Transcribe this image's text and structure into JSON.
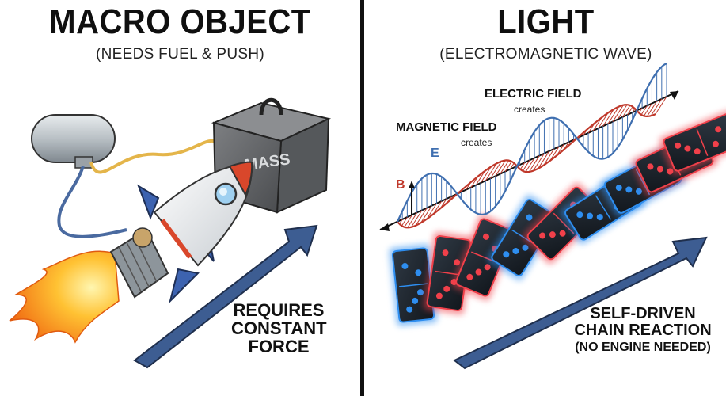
{
  "left": {
    "title": "MACRO OBJECT",
    "subtitle": "(NEEDS FUEL & PUSH)",
    "mass_label": "MASS",
    "force_label_line1": "REQUIRES",
    "force_label_line2": "CONSTANT",
    "force_label_line3": "FORCE"
  },
  "right": {
    "title": "LIGHT",
    "subtitle": "(ELECTROMAGNETIC WAVE)",
    "electric_field_label": "ELECTRIC FIELD",
    "electric_field_sub": "creates",
    "magnetic_field_label": "MAGNETIC FIELD",
    "magnetic_field_sub": "creates",
    "e_axis": "E",
    "b_axis": "B",
    "chain_line1": "SELF-DRIVEN",
    "chain_line2": "CHAIN REACTION",
    "chain_line3": "(NO ENGINE NEEDED)"
  },
  "colors": {
    "arrow_blue": "#3d5d92",
    "electric_blue": "#3f6fb0",
    "magnetic_red": "#c0392b",
    "rocket_nose": "#d9472b",
    "glow_blue": "#2e8ef0",
    "glow_red": "#f0404a"
  }
}
